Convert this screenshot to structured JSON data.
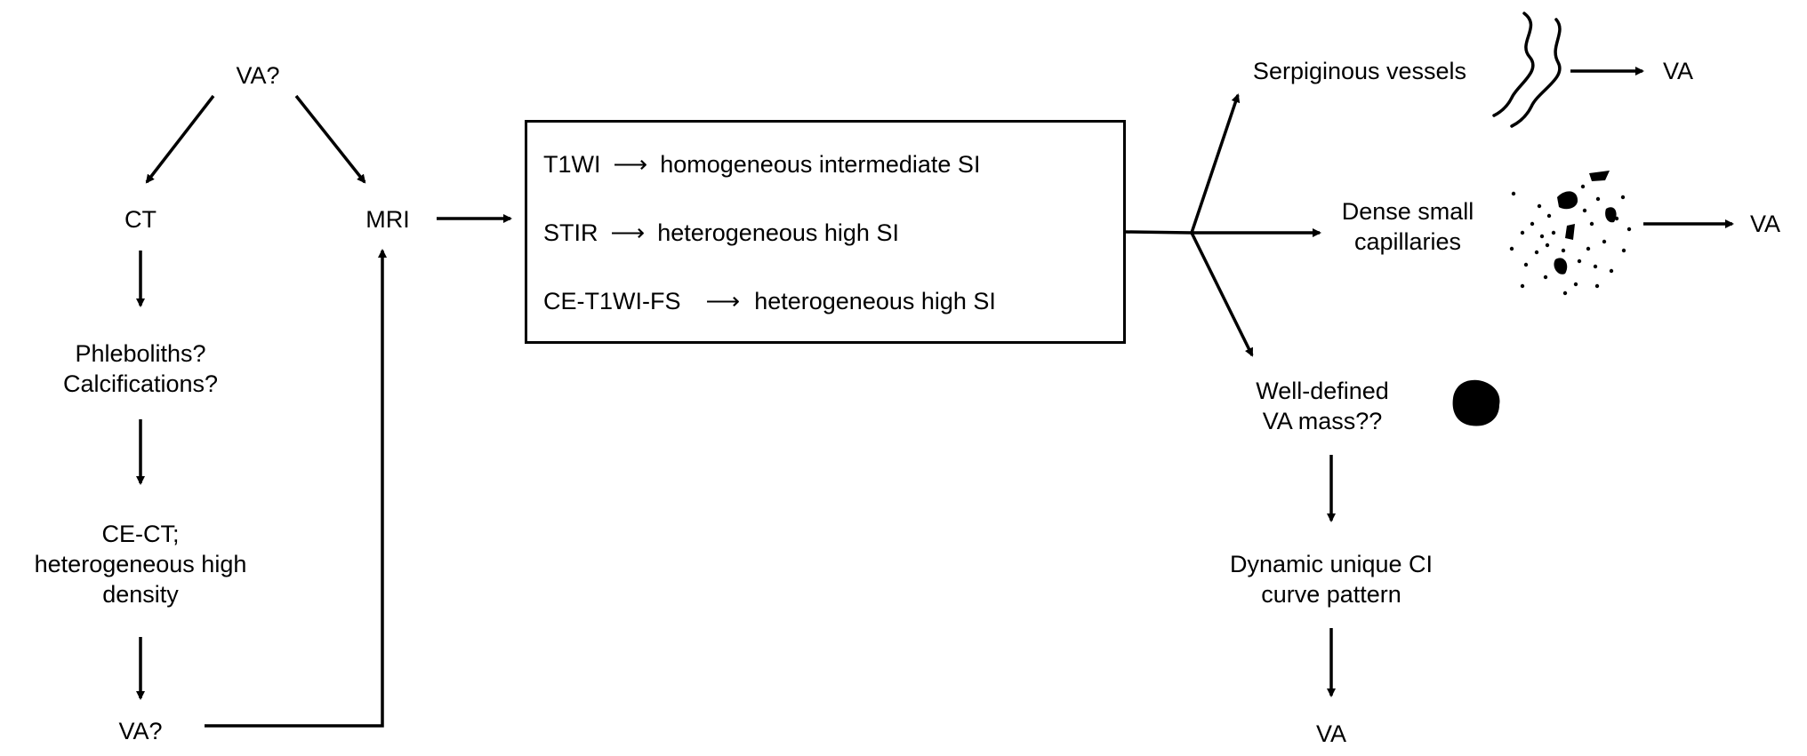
{
  "nodes": {
    "va_start": "VA?",
    "ct": "CT",
    "mri": "MRI",
    "phleboliths": [
      "Phleboliths?",
      "Calcifications?"
    ],
    "cect": [
      "CE-CT;",
      "heterogeneous high",
      "density"
    ],
    "va_ct_result": "VA?",
    "serpiginous": "Serpiginous vessels",
    "va_serpiginous": "VA",
    "dense": [
      "Dense small",
      "capillaries"
    ],
    "va_dense": "VA",
    "welldefined": [
      "Well-defined",
      "VA mass??"
    ],
    "dynamic": [
      "Dynamic unique CI",
      "curve pattern"
    ],
    "va_dynamic": "VA"
  },
  "mri_box": {
    "rows": [
      {
        "seq": "T1WI",
        "arrow": "⟶",
        "finding": "homogeneous intermediate SI"
      },
      {
        "seq": "STIR",
        "arrow": "⟶",
        "finding": "heterogeneous high SI"
      },
      {
        "seq": "CE-T1WI-FS",
        "arrow": "⟶",
        "finding": "heterogeneous high SI"
      }
    ]
  },
  "icons": {
    "serpiginous": "wavy-vessels-icon",
    "dense": "scattered-dots-icon",
    "mass": "black-mass-icon"
  }
}
